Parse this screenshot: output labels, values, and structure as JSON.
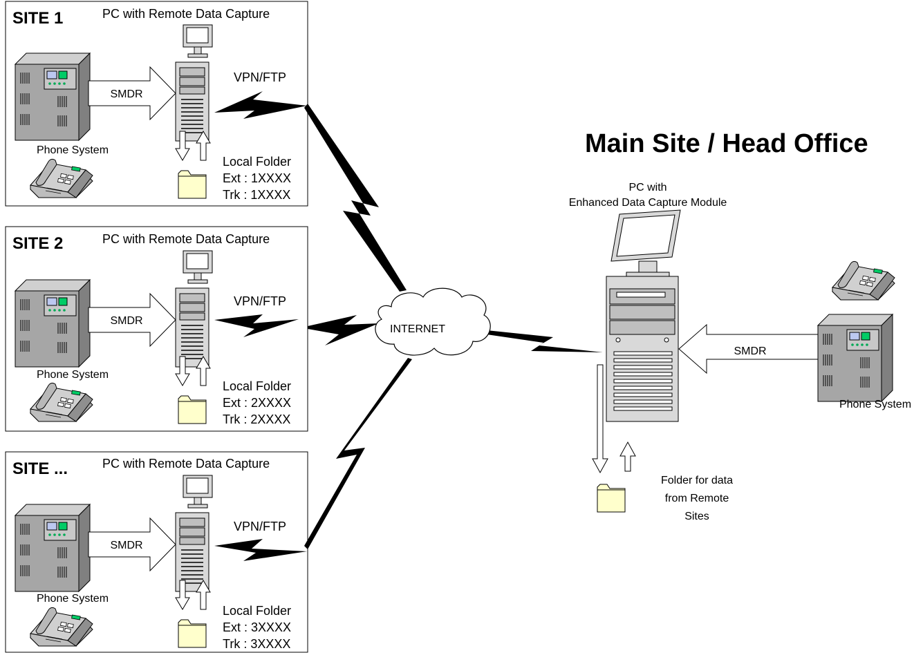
{
  "main": {
    "title": "Main Site / Head Office",
    "pc_label_line1": "PC with",
    "pc_label_line2": "Enhanced Data Capture Module",
    "smdr_label": "SMDR",
    "phone_system_label": "Phone System",
    "folder_label_line1": "Folder for data",
    "folder_label_line2": "from Remote",
    "folder_label_line3": "Sites"
  },
  "internet_label": "INTERNET",
  "sites": [
    {
      "title": "SITE 1",
      "pc_label": "PC with Remote Data Capture",
      "smdr_label": "SMDR",
      "vpn_label": "VPN/FTP",
      "phone_system_label": "Phone System",
      "folder_label": "Local Folder",
      "ext_label": "Ext : 1XXXX",
      "trk_label": "Trk : 1XXXX"
    },
    {
      "title": "SITE 2",
      "pc_label": "PC with Remote Data Capture",
      "smdr_label": "SMDR",
      "vpn_label": "VPN/FTP",
      "phone_system_label": "Phone System",
      "folder_label": "Local Folder",
      "ext_label": "Ext : 2XXXX",
      "trk_label": "Trk : 2XXXX"
    },
    {
      "title": "SITE ...",
      "pc_label": "PC with Remote Data Capture",
      "smdr_label": "SMDR",
      "vpn_label": "VPN/FTP",
      "phone_system_label": "Phone System",
      "folder_label": "Local Folder",
      "ext_label": "Ext : 3XXXX",
      "trk_label": "Trk : 3XXXX"
    }
  ],
  "colors": {
    "box_border": "#000000",
    "device_gray": "#a6a6a6",
    "device_dark": "#7f7f7f",
    "screen_blue": "#bcc8f0",
    "panel_green": "#00cc66",
    "folder_yellow": "#ffffcc",
    "line_black": "#000000"
  }
}
